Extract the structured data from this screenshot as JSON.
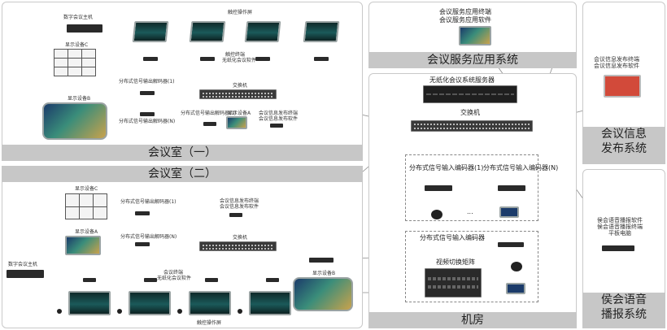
{
  "meeting_room_1": {
    "title": "会议室（一）",
    "digital_host": "数字会议主机",
    "touch_units": "触控操作屏",
    "touch_terminal": "触控终端",
    "paperless_software": "无纸化会议软件",
    "display_c": "显示设备C",
    "display_b": "显示设备B",
    "decoder_1": "分布式信号输出解码器(1)",
    "decoder_n": "分布式信号输出解码器(N)",
    "switch": "交换机",
    "decoder_display": "分布式信号输出解码器(1)",
    "display_a": "显示设备A",
    "publish_terminal": "会议信息发布终端",
    "publish_software": "会议信息发布软件"
  },
  "meeting_room_2": {
    "title": "会议室（二）",
    "display_c": "显示设备C",
    "decoder_1": "分布式信号输出解码器(1)",
    "display_a": "显示设备A",
    "decoder_n": "分布式信号输出解码器(N)",
    "publish_terminal": "会议信息发布终端",
    "publish_software": "会议信息发布软件",
    "switch": "交换机",
    "digital_host": "数字会议主机",
    "touch_terminal": "会议终端",
    "paperless_software": "无纸化会议软件",
    "display_b": "显示设备B",
    "touch_units": "触控操作屏"
  },
  "service_system": {
    "title": "会议服务应用系统",
    "terminal": "会议服务应用终端",
    "software": "会议服务应用软件"
  },
  "machine_room": {
    "title": "机房",
    "server": "无纸化会议系统服务器",
    "switch": "交换机",
    "encoder_1": "分布式信号输入编码器(1)",
    "encoder_n": "分布式信号输入编码器(N)",
    "ellipsis": "...",
    "encoder_group": "分布式信号输入编码器",
    "matrix": "视频切换矩阵"
  },
  "info_publish": {
    "title_line1": "会议信息",
    "title_line2": "发布系统",
    "terminal": "会议信息发布终端",
    "software": "会议信息发布软件"
  },
  "voice_system": {
    "title_line1": "侯会语音",
    "title_line2": "播报系统",
    "software": "侯会语音播报软件",
    "terminal": "侯会语音播报终端",
    "tablet": "平板电脑"
  }
}
